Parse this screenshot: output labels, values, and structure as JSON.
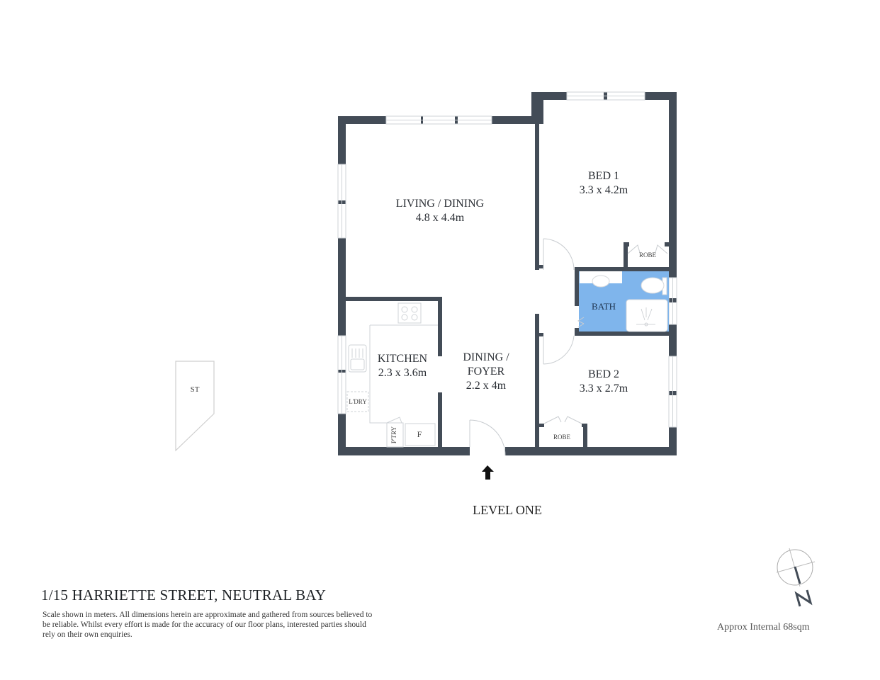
{
  "plan": {
    "level_label": "LEVEL ONE",
    "wall_color": "#434c57",
    "bath_color": "#7fb5ec",
    "rooms": [
      {
        "id": "living",
        "name": "LIVING / DINING",
        "size": "4.8 x 4.4m"
      },
      {
        "id": "bed1",
        "name": "BED 1",
        "size": "3.3 x 4.2m"
      },
      {
        "id": "kitchen",
        "name": "KITCHEN",
        "size": "2.3 x 3.6m"
      },
      {
        "id": "dining",
        "name": "DINING /",
        "name2": "FOYER",
        "size": "2.2 x 4m"
      },
      {
        "id": "bed2",
        "name": "BED 2",
        "size": "3.3 x 2.7m"
      },
      {
        "id": "bath",
        "name": "BATH"
      }
    ],
    "fixtures": {
      "robe1": "ROBE",
      "robe2": "ROBE",
      "laundry": "L'DRY",
      "pantry": "P'TRY",
      "fridge": "F",
      "storage": "ST"
    }
  },
  "footer": {
    "address": "1/15 HARRIETTE STREET, NEUTRAL BAY",
    "disclaimer": "Scale shown in meters. All dimensions herein are approximate and gathered from sources believed to be  reliable. Whilst every effort is made for the accuracy of our floor plans, interested parties should rely on their own enquiries.",
    "area": "Approx Internal 68sqm",
    "compass_label": "N"
  }
}
